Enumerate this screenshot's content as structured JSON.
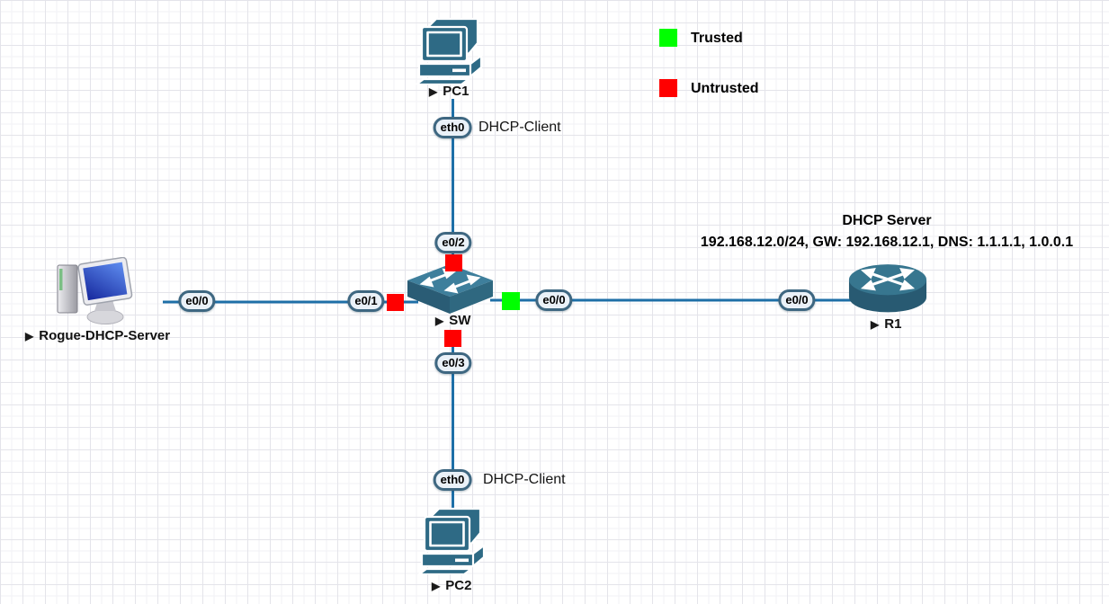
{
  "canvas": {
    "legend": {
      "trusted_label": "Trusted",
      "trusted_color": "#00ff00",
      "untrusted_label": "Untrusted",
      "untrusted_color": "#ff0000"
    },
    "notes": {
      "dhcp_server_title": "DHCP Server",
      "dhcp_server_info": "192.168.12.0/24, GW: 192.168.12.1, DNS: 1.1.1.1, 1.0.0.1",
      "pc1_role": "DHCP-Client",
      "pc2_role": "DHCP-Client"
    },
    "icons": {
      "node_arrow": "▶"
    },
    "nodes": {
      "pc1": {
        "label": "PC1",
        "type": "computer"
      },
      "pc2": {
        "label": "PC2",
        "type": "computer"
      },
      "sw": {
        "label": "SW",
        "type": "ethernet-switch"
      },
      "r1": {
        "label": "R1",
        "type": "router"
      },
      "rogue": {
        "label": "Rogue-DHCP-Server",
        "type": "computer"
      }
    },
    "ports": {
      "pc1_eth0": {
        "label": "eth0"
      },
      "pc2_eth0": {
        "label": "eth0"
      },
      "sw_e0_2": {
        "label": "e0/2"
      },
      "sw_e0_1": {
        "label": "e0/1"
      },
      "sw_e0_0": {
        "label": "e0/0"
      },
      "sw_e0_3": {
        "label": "e0/3"
      },
      "rogue_e0_0": {
        "label": "e0/0"
      },
      "r1_e0_0": {
        "label": "e0/0"
      }
    },
    "colors": {
      "link": "#1e6fa7",
      "node_teal": "#2e6a85",
      "trusted": "#00ff00",
      "untrusted": "#ff0000"
    }
  }
}
